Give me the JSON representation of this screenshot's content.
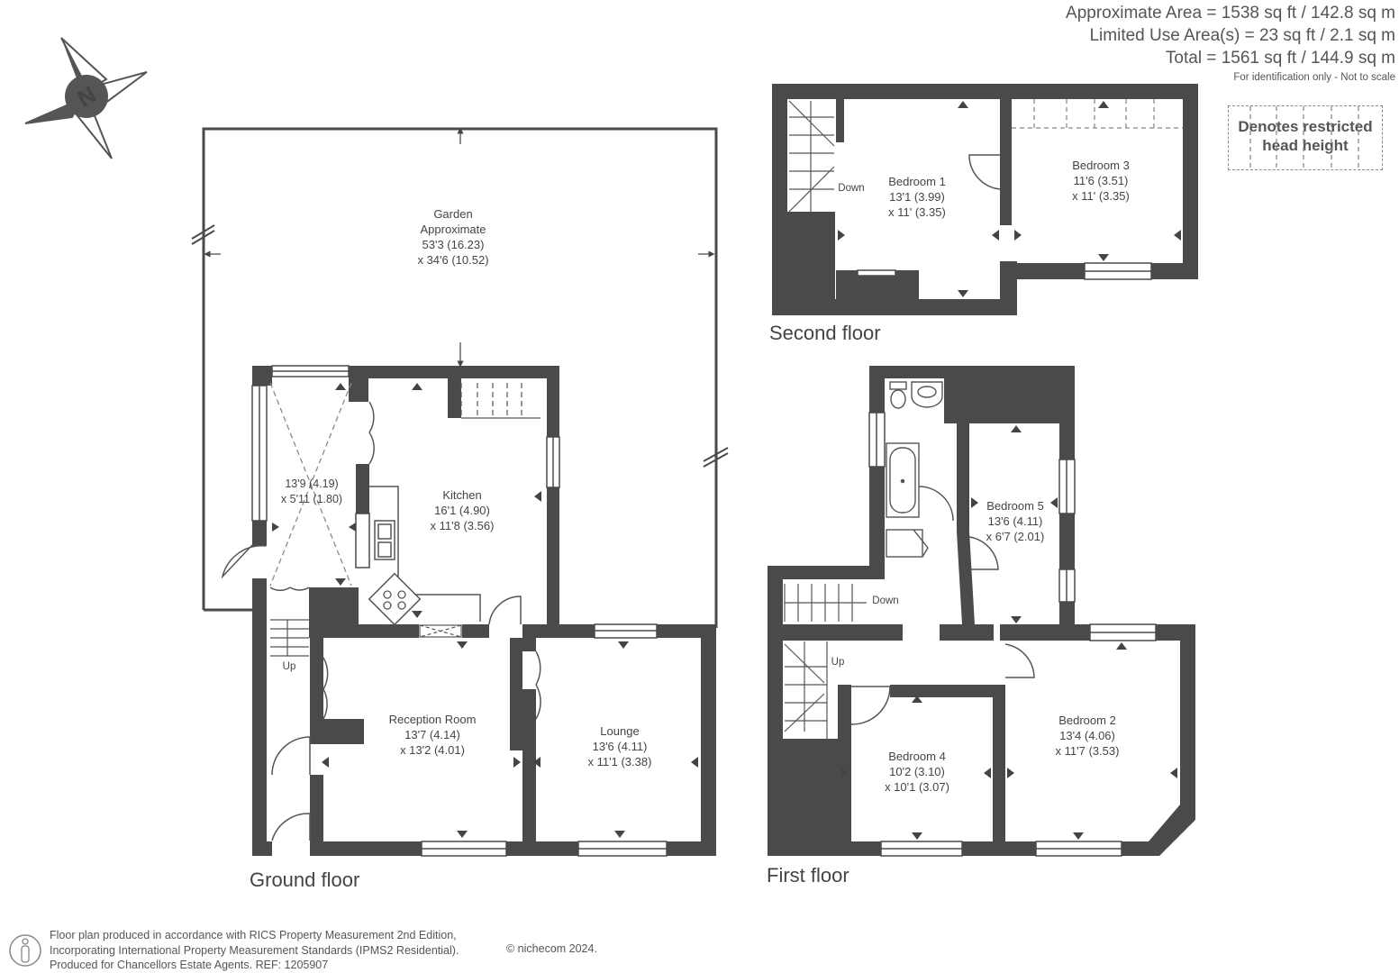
{
  "area": {
    "approx": "Approximate Area = 1538 sq ft / 142.8 sq m",
    "limited": "Limited Use Area(s) = 23 sq ft / 2.1 sq m",
    "total": "Total = 1561 sq ft / 144.9 sq m",
    "note": "For identification only - Not to scale"
  },
  "legend": {
    "line1": "Denotes restricted",
    "line2": "head height"
  },
  "compass": {
    "letter": "N"
  },
  "floors": {
    "ground": "Ground floor",
    "first": "First floor",
    "second": "Second floor"
  },
  "rooms": {
    "garden": {
      "name": "Garden",
      "sub": "Approximate",
      "dim1": "53'3 (16.23)",
      "dim2": "x 34'6 (10.52)"
    },
    "conservatory": {
      "dim1": "13'9 (4.19)",
      "dim2": "x 5'11 (1.80)"
    },
    "kitchen": {
      "name": "Kitchen",
      "dim1": "16'1 (4.90)",
      "dim2": "x 11'8 (3.56)"
    },
    "reception": {
      "name": "Reception Room",
      "dim1": "13'7 (4.14)",
      "dim2": "x 13'2 (4.01)"
    },
    "lounge": {
      "name": "Lounge",
      "dim1": "13'6 (4.11)",
      "dim2": "x 11'1 (3.38)"
    },
    "bedroom1": {
      "name": "Bedroom 1",
      "dim1": "13'1 (3.99)",
      "dim2": "x 11' (3.35)"
    },
    "bedroom3": {
      "name": "Bedroom 3",
      "dim1": "11'6 (3.51)",
      "dim2": "x 11' (3.35)"
    },
    "bedroom5": {
      "name": "Bedroom 5",
      "dim1": "13'6 (4.11)",
      "dim2": "x 6'7 (2.01)"
    },
    "bedroom4": {
      "name": "Bedroom  4",
      "dim1": "10'2 (3.10)",
      "dim2": "x 10'1 (3.07)"
    },
    "bedroom2": {
      "name": "Bedroom 2",
      "dim1": "13'4 (4.06)",
      "dim2": "x 11'7 (3.53)"
    }
  },
  "stairs": {
    "up": "Up",
    "down": "Down"
  },
  "footer": {
    "line1": "Floor plan produced in accordance with RICS Property Measurement 2nd Edition,",
    "line2": "Incorporating International Property Measurement Standards (IPMS2 Residential).",
    "line3": "Produced for Chancellors Estate Agents.  REF:  1205907",
    "copyright": "© nichecom 2024."
  },
  "colors": {
    "wall": "#4a4a4a",
    "line": "#555555",
    "dashed": "#8a8a8a"
  }
}
